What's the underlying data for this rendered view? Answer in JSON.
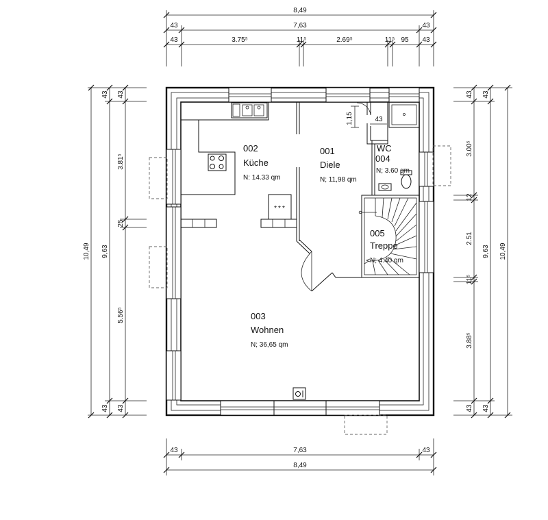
{
  "dimensions": {
    "top_total": "8,49",
    "top_inner": "7,63",
    "top_left_wall": "43",
    "top_right_wall": "43",
    "top_seg1": "3.75⁵",
    "top_seg2": "11⁵",
    "top_seg3": "2.69⁵",
    "top_seg4": "11⁵",
    "top_seg5": "95",
    "top_seg_l": "43",
    "top_seg_r": "43",
    "bottom_inner": "7,63",
    "bottom_total": "8,49",
    "bottom_left_wall": "43",
    "bottom_right_wall": "43",
    "left_total": "10,49",
    "left_inner": "9,63",
    "left_seg1": "3.81⁵",
    "left_seg2": "25",
    "left_seg3": "5.56⁵",
    "left_wall_top_a": "43",
    "left_wall_top_b": "43",
    "left_wall_bot_a": "43",
    "left_wall_bot_b": "43",
    "right_total": "10,49",
    "right_inner": "9,63",
    "right_seg1": "3.00⁵",
    "right_seg2": "12",
    "right_seg3": "2.51",
    "right_seg4": "11⁵",
    "right_seg5": "3.88⁵",
    "right_wall_top_a": "43",
    "right_wall_top_b": "43",
    "right_wall_bot_a": "43",
    "right_wall_bot_b": "43",
    "wc_small_vert": "1,15",
    "wc_small_horiz": "43"
  },
  "rooms": [
    {
      "number": "002",
      "name": "Küche",
      "area": "N: 14.33 qm"
    },
    {
      "number": "001",
      "name": "Diele",
      "area": "N; 11,98 qm"
    },
    {
      "number": "004",
      "name": "WC",
      "area": "N; 3.60 qm"
    },
    {
      "number": "005",
      "name": "Treppe",
      "area": "N; 4.40 qm"
    },
    {
      "number": "003",
      "name": "Wohnen",
      "area": "N; 36,65 qm"
    }
  ],
  "fixtures": {
    "cooktop_marks": "***"
  }
}
